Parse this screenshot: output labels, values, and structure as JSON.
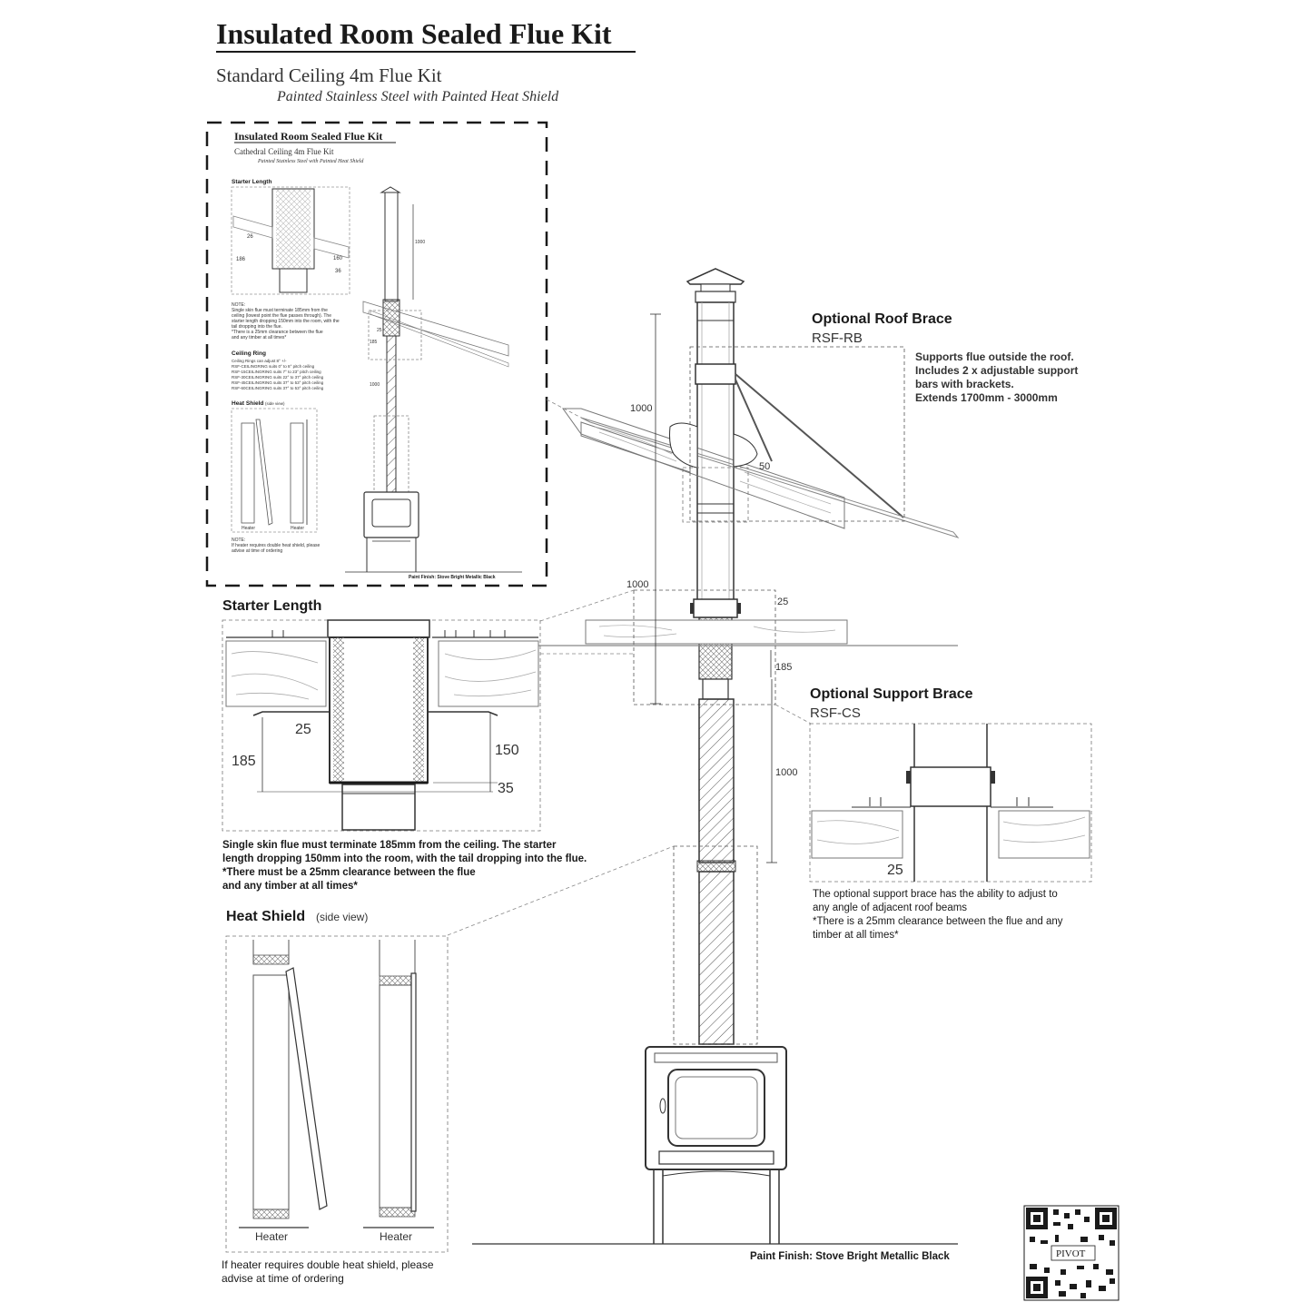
{
  "header": {
    "title": "Insulated Room Sealed Flue Kit",
    "subtitle": "Standard Ceiling 4m Flue Kit",
    "tagline": "Painted Stainless Steel with Painted Heat Shield"
  },
  "inset": {
    "title": "Insulated Room Sealed Flue Kit",
    "subtitle": "Cathedral Ceiling 4m Flue Kit",
    "tagline": "Painted Stainless Steel with Painted Heat Shield",
    "starter_label": "Starter Length",
    "dims": {
      "d26": "26",
      "d186": "186",
      "d160": "160",
      "d36": "36",
      "d1000a": "1000",
      "d25": "25",
      "d185": "185",
      "d1000b": "1000"
    },
    "note_lines": [
      "NOTE:",
      "Single skin flue must terminate 185mm from the",
      "ceiling (lowest point the flue passes through). The",
      "starter length dropping 150mm into the room, with the",
      "tail dropping into the flue.",
      "*There is a 25mm clearance between the flue",
      "and any timber at all times*"
    ],
    "ring_label": "Ceiling Ring",
    "ring_lines": [
      "Ceiling Rings can adjust 8° +/-",
      "RSF-CEILINGRING suits 0° to 8° pitch ceiling",
      "RSF-15CEILINGRING suits 7° to 23° pitch ceiling",
      "RSF-30CEILINGRING suits 22° to 37° pitch ceiling",
      "RSF-45CEILINGRING suits 37° to 53° pitch ceiling",
      "RSF-60CEILINGRING suits 37° to 53° pitch ceiling"
    ],
    "shield_label": "Heat Shield",
    "shield_sub": "(side view)",
    "heater_1": "Heater",
    "heater_2": "Heater",
    "note2_lines": [
      "NOTE:",
      "If heater requires double heat shield, please",
      "advise at time of ordering"
    ],
    "finish": "Paint Finish: Stove Bright Metallic Black"
  },
  "roof_brace": {
    "title": "Optional Roof Brace",
    "code": "RSF-RB",
    "lines": [
      "Supports flue outside the roof.",
      "Includes 2 x adjustable support",
      "bars with brackets.",
      "Extends 1700mm - 3000mm"
    ],
    "angle": "50"
  },
  "main_dims": {
    "d1000_top": "1000",
    "d1000_mid": "1000",
    "d25": "25",
    "d185": "185",
    "d1000_low": "1000"
  },
  "starter": {
    "title": "Starter Length",
    "d25": "25",
    "d185": "185",
    "d150": "150",
    "d35": "35",
    "note_lines": [
      "Single skin flue must terminate 185mm from the ceiling. The starter",
      "length dropping 150mm into the room, with the tail dropping into the flue.",
      "*There must be a 25mm clearance between the flue",
      "and any timber at all times*"
    ]
  },
  "support_brace": {
    "title": "Optional Support Brace",
    "code": "RSF-CS",
    "d25": "25",
    "lines": [
      "The optional support brace has the ability to adjust to",
      "any angle of adjacent roof beams",
      "*There is a 25mm clearance between the flue and any",
      "timber at all times*"
    ]
  },
  "heat_shield": {
    "title": "Heat Shield",
    "subtitle": "(side view)",
    "heater_1": "Heater",
    "heater_2": "Heater",
    "note_lines": [
      "If heater requires double heat shield, please",
      "advise at time of ordering"
    ]
  },
  "footer": {
    "finish": "Paint Finish: Stove Bright Metallic Black",
    "qr_brand": "PIVOT"
  },
  "colors": {
    "ink": "#1a1a1a",
    "line": "#333333",
    "muted": "#888888"
  }
}
